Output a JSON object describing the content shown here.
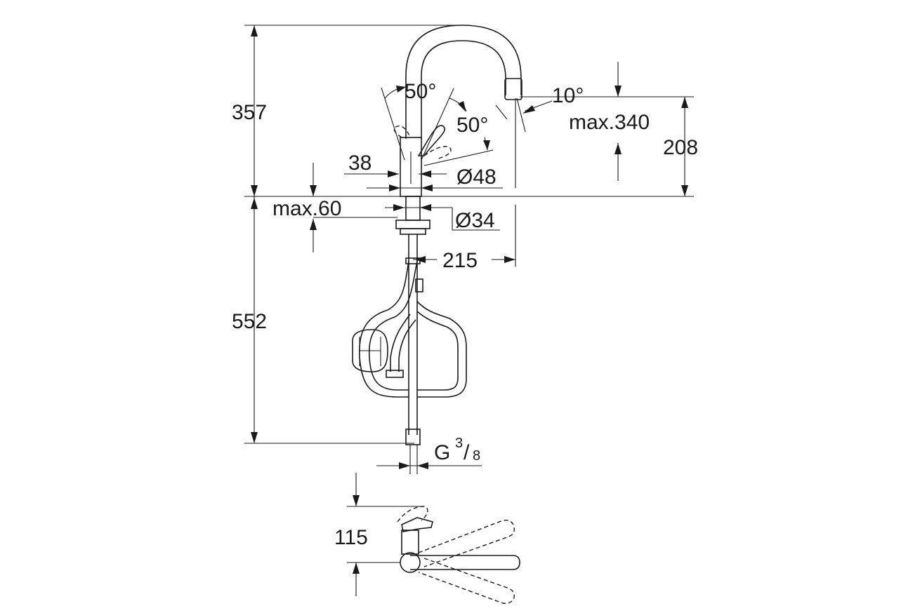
{
  "dimensions": {
    "height_upper": "357",
    "height_lower": "552",
    "spout_height": "208",
    "spout_reach_max": "max.340",
    "spout_angle": "10°",
    "lever_angle_left": "50°",
    "lever_angle_right": "50°",
    "body_offset": "38",
    "body_diameter": "Ø48",
    "deck_thickness_max": "max.60",
    "hole_diameter": "Ø34",
    "reach": "215",
    "connection_g": "G",
    "connection_num": "3",
    "connection_den": "8",
    "lever_clearance": "115"
  },
  "colors": {
    "line": "#1a1a1a",
    "background": "#ffffff"
  }
}
